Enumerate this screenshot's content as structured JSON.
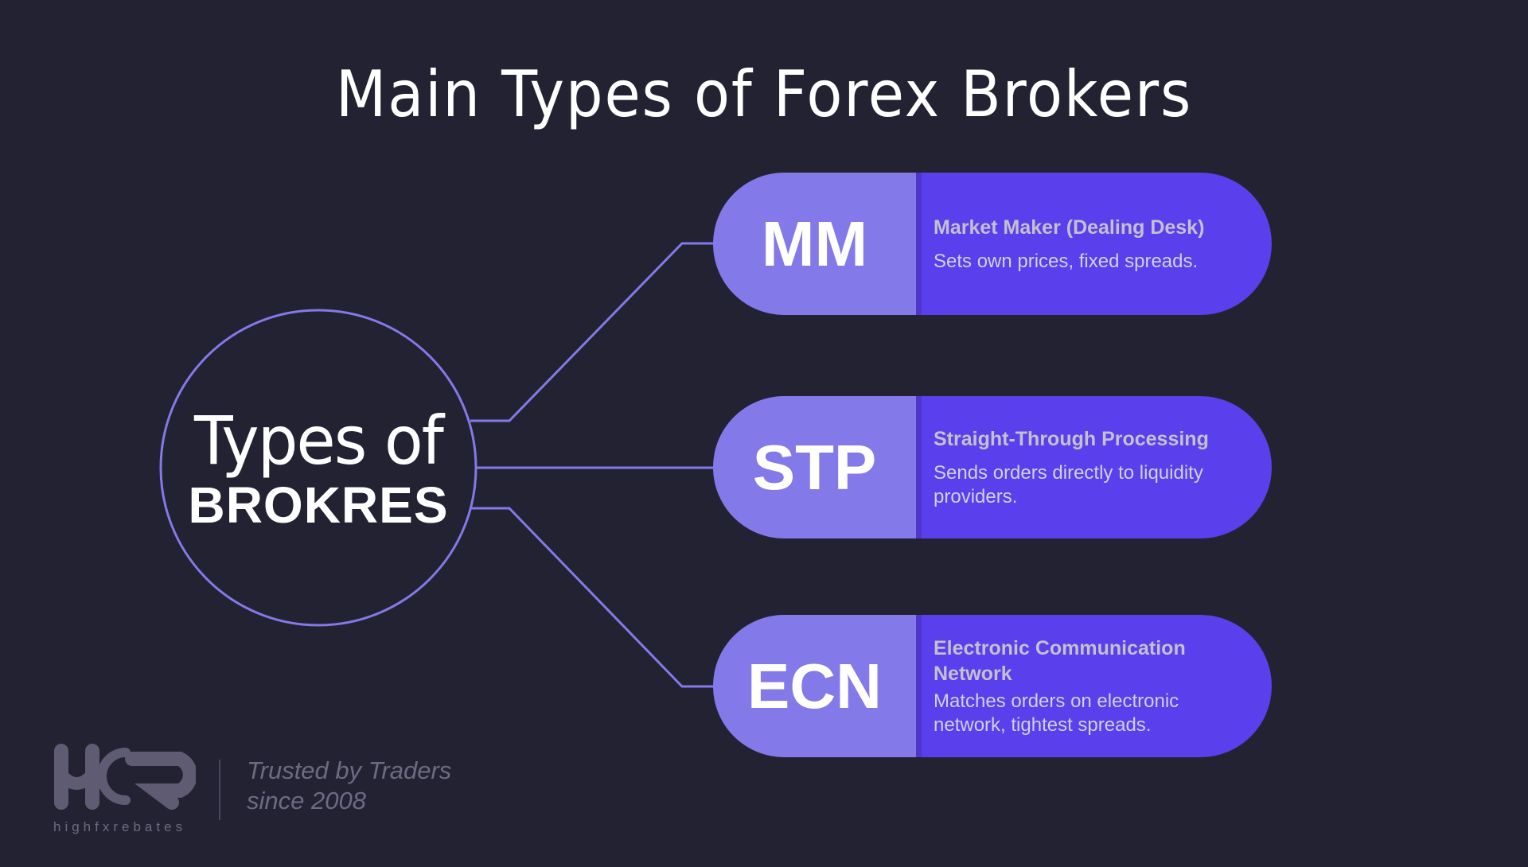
{
  "title": "Main Types of Forex Brokers",
  "center": {
    "line1": "Types of",
    "line2": "BROKRES"
  },
  "brokers": [
    {
      "abbr": "MM",
      "name": "Market Maker (Dealing Desk)",
      "description": "Sets own prices, fixed spreads."
    },
    {
      "abbr": "STP",
      "name": "Straight-Through Processing",
      "description": "Sends orders directly to liquidity providers."
    },
    {
      "abbr": "ECN",
      "name": "Electronic Communication Network",
      "description": "Matches orders on electronic network, tightest spreads."
    }
  ],
  "footer": {
    "brand": "highfxrebates",
    "tagline_line1": "Trusted by Traders",
    "tagline_line2": "since 2008"
  },
  "colors": {
    "background": "#232232",
    "accent": "#8479e8",
    "pill": "#5a3fec"
  }
}
